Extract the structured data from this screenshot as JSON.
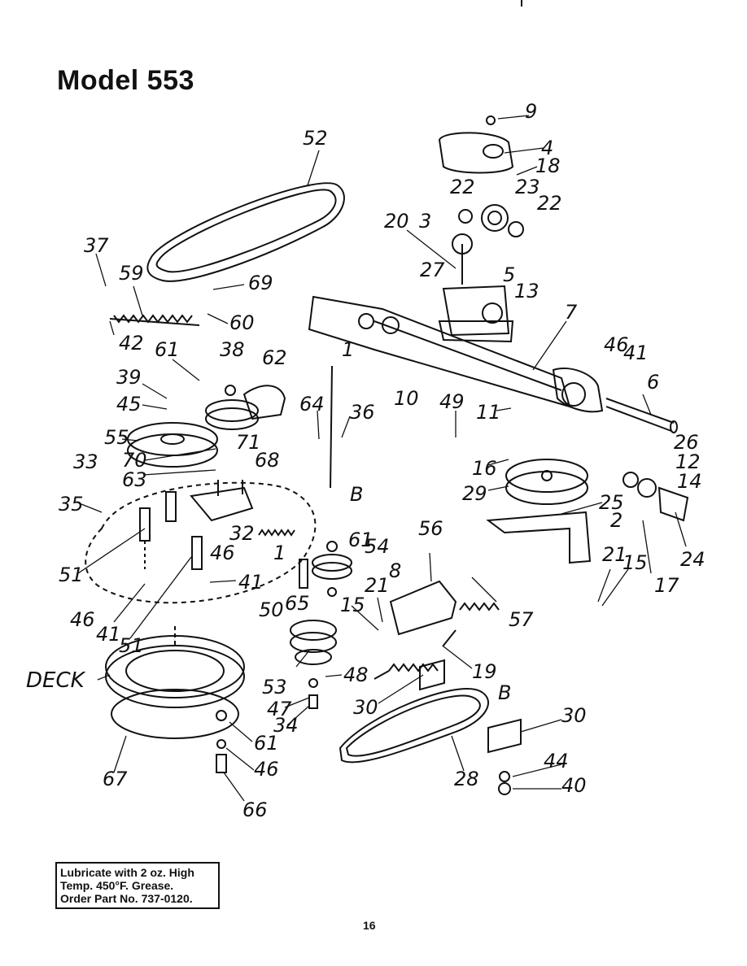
{
  "title": "Model 553",
  "deck_label": "DECK",
  "callouts": [
    "9",
    "4",
    "18",
    "22",
    "23",
    "22",
    "52",
    "20",
    "3",
    "27",
    "5",
    "13",
    "37",
    "59",
    "69",
    "7",
    "42",
    "60",
    "61",
    "38",
    "62",
    "1",
    "46",
    "41",
    "39",
    "45",
    "64",
    "36",
    "49",
    "11",
    "10",
    "6",
    "55",
    "70",
    "71",
    "68",
    "26",
    "12",
    "14",
    "33",
    "63",
    "16",
    "29",
    "25",
    "2",
    "24",
    "35",
    "B",
    "61",
    "56",
    "54",
    "8",
    "32",
    "1",
    "17",
    "21",
    "15",
    "51",
    "46",
    "41",
    "50",
    "65",
    "21",
    "15",
    "57",
    "46",
    "41",
    "51",
    "53",
    "48",
    "19",
    "47",
    "30",
    "B",
    "30",
    "34",
    "61",
    "28",
    "44",
    "40",
    "67",
    "46",
    "66"
  ],
  "note": {
    "line1": "Lubricate with 2 oz. High",
    "line2": "Temp. 450°F. Grease.",
    "line3": "Order Part No. 737-0120."
  },
  "page_number": "16"
}
